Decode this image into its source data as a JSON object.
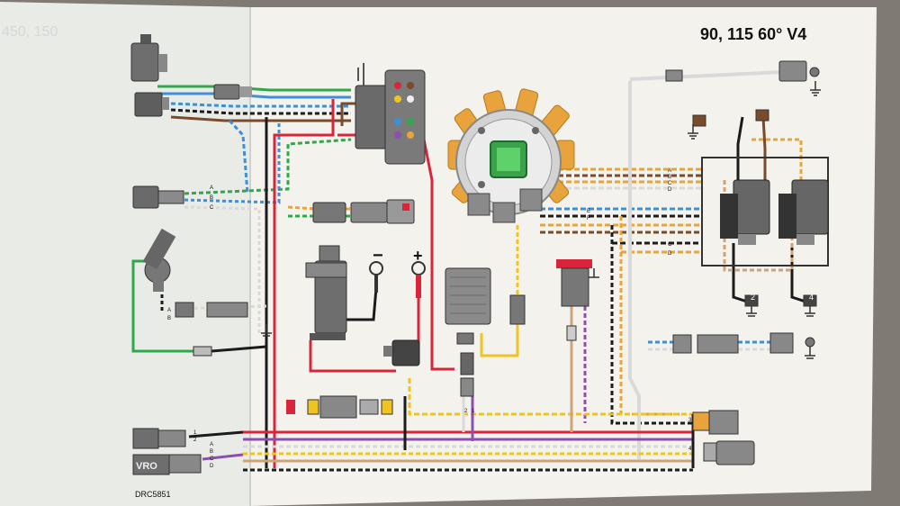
{
  "diagram": {
    "title": "90, 115  60° V4",
    "doc_code": "DRC5851",
    "ghost_text": "450, 150",
    "connector_label": "VRO",
    "ground_symbol": "−",
    "positive_symbol": "+",
    "ground_marker": "≐"
  },
  "labels": {
    "pin_abcd_a": "A",
    "pin_abcd_b": "B",
    "pin_abcd_c": "C",
    "pin_abcd_d": "D",
    "pin_e": "E",
    "pin_f": "F",
    "pin_1": "1",
    "pin_2": "2",
    "pin_3": "3",
    "pin_4": "4"
  },
  "colors": {
    "paper": "#f4f2ec",
    "black": "#1b1b1b",
    "red": "#d9253a",
    "blue": "#3e8fd6",
    "green": "#2ea84a",
    "yellow": "#efc420",
    "orange": "#e8a33c",
    "purple": "#8a4fb0",
    "white": "#ffffff",
    "tan": "#cfa37a",
    "gray": "#9a9a9a",
    "brown": "#7a4b2a"
  }
}
